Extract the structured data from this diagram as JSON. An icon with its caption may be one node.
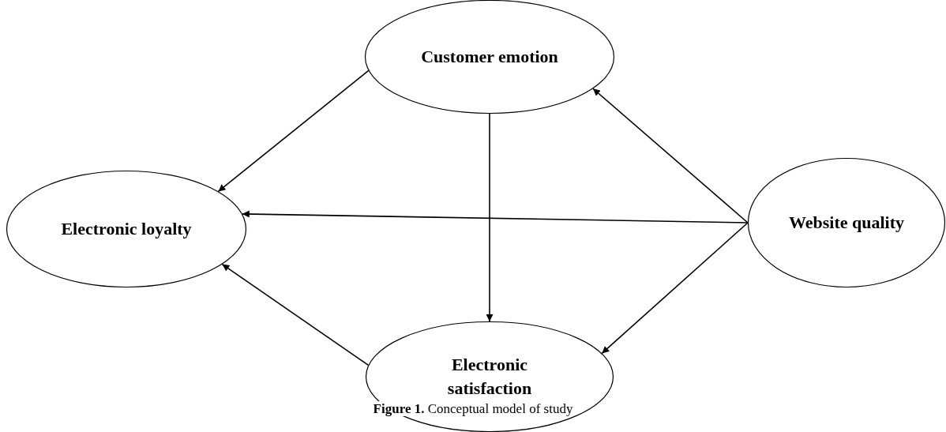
{
  "diagram": {
    "caption": "**Figure 1.** Conceptual model of study",
    "nodes": [
      {
        "text": [
          "Customer emotion"
        ]
      },
      {
        "text": [
          "Electronic loyalty"
        ]
      },
      {
        "text": [
          "Website quality"
        ]
      },
      {
        "text": [
          "Electronic satisfaction"
        ]
      }
    ],
    "edges": [
      {
        "from": 0,
        "to": 1,
        "arrow": "to"
      },
      {
        "from": 0,
        "to": 3,
        "arrow": "to"
      },
      {
        "from": 2,
        "to": 0,
        "arrow": "to"
      },
      {
        "from": 2,
        "to": 1,
        "arrow": "to"
      },
      {
        "from": 2,
        "to": 3,
        "arrow": "to"
      },
      {
        "from": 3,
        "to": 1,
        "arrow": "to"
      }
    ]
  }
}
